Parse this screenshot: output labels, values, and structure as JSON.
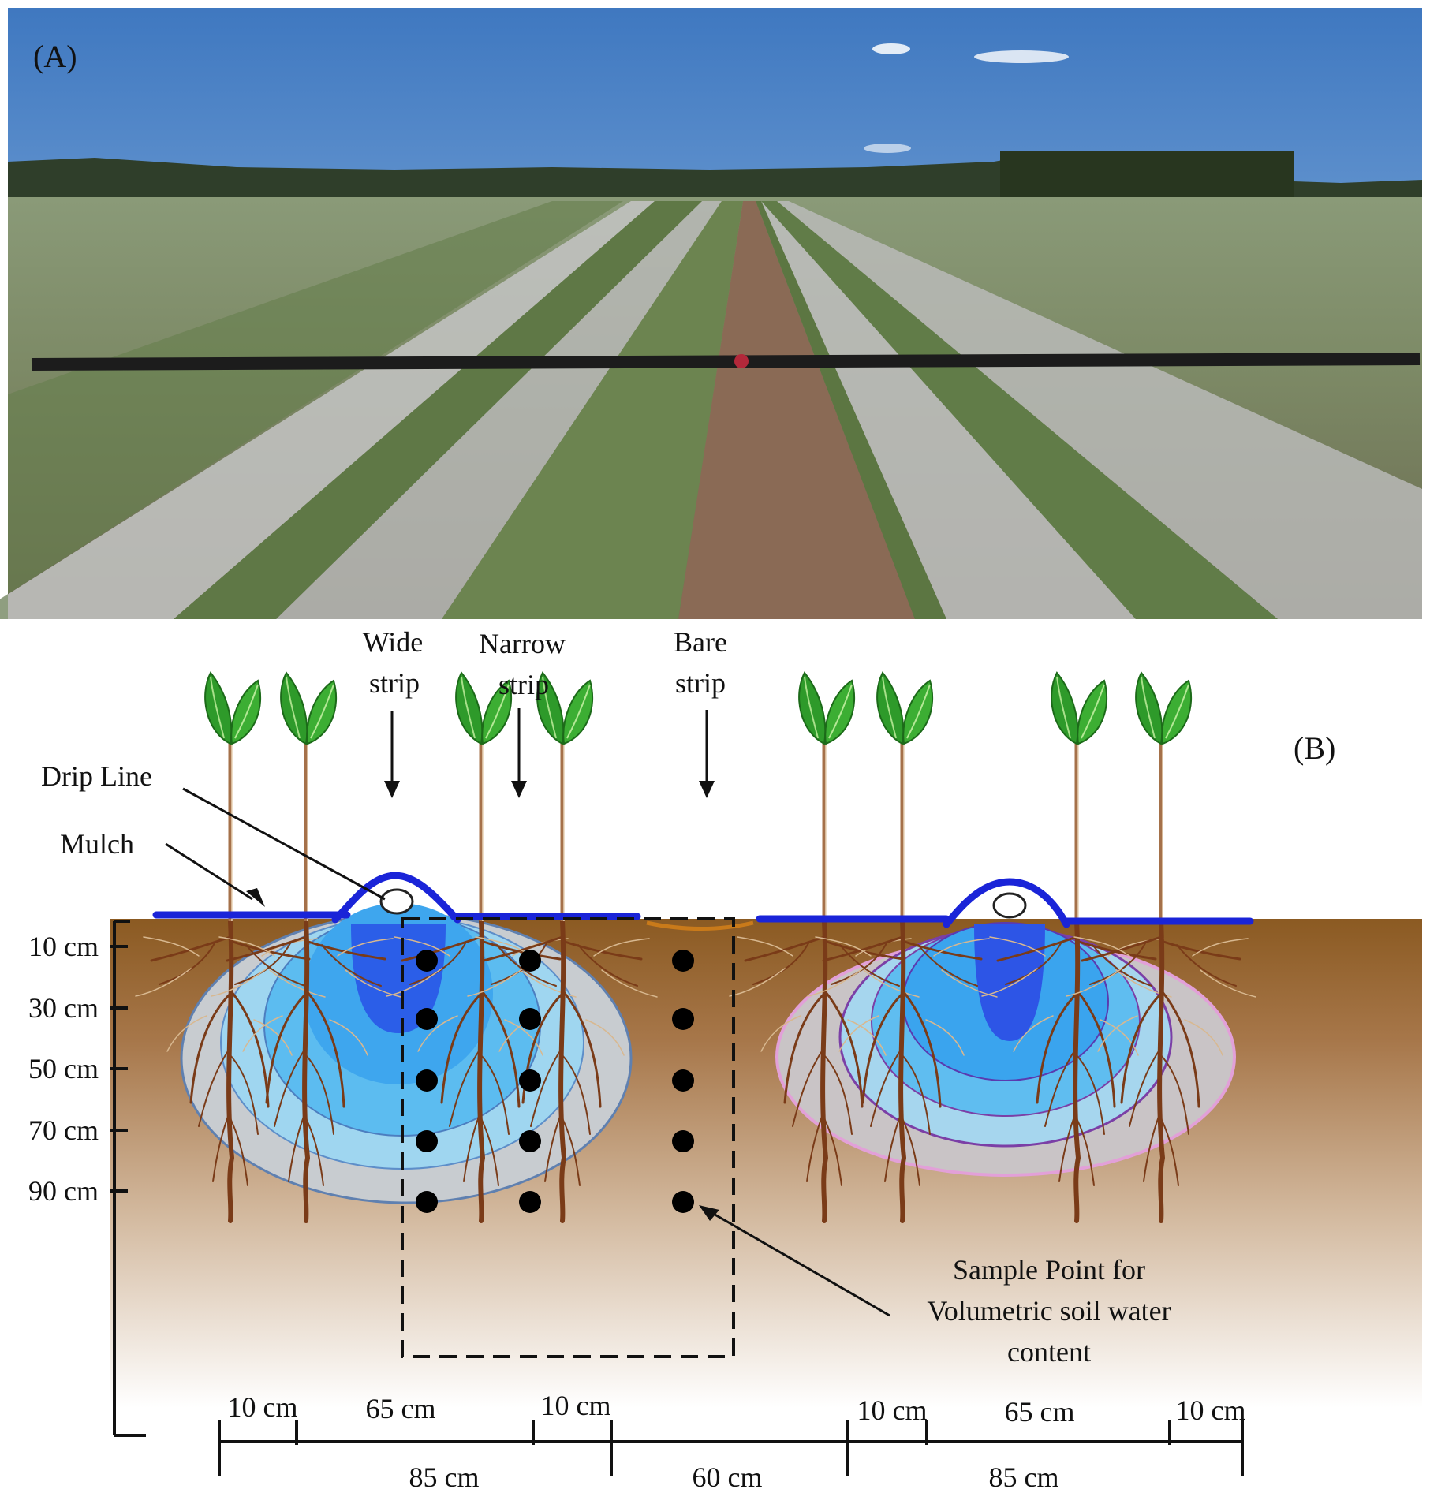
{
  "panel_a": {
    "label": "(A)"
  },
  "panel_b": {
    "label": "(B)",
    "strips": {
      "wide_line1": "Wide",
      "wide_line2": "strip",
      "narrow_line1": "Narrow",
      "narrow_line2": "strip",
      "bare_line1": "Bare",
      "bare_line2": "strip"
    },
    "callouts": {
      "drip_line": "Drip Line",
      "mulch": "Mulch",
      "sample_line1": "Sample Point for",
      "sample_line2": "Volumetric soil water",
      "sample_line3": "content"
    },
    "depths": [
      "10 cm",
      "30 cm",
      "50 cm",
      "70 cm",
      "90 cm"
    ],
    "widths": {
      "a1": "10 cm",
      "a2": "65 cm",
      "a3": "10 cm",
      "b1": "10 cm",
      "b2": "65 cm",
      "b3": "10 cm",
      "c1": "85 cm",
      "c2": "60 cm",
      "c3": "85 cm"
    },
    "colors": {
      "soil_top": "#8b5a22",
      "mulch": "#1a24d8",
      "wet_zone": "#3aa8f0",
      "root": "#7a3b18",
      "leaf": "#2e9a2a"
    }
  }
}
